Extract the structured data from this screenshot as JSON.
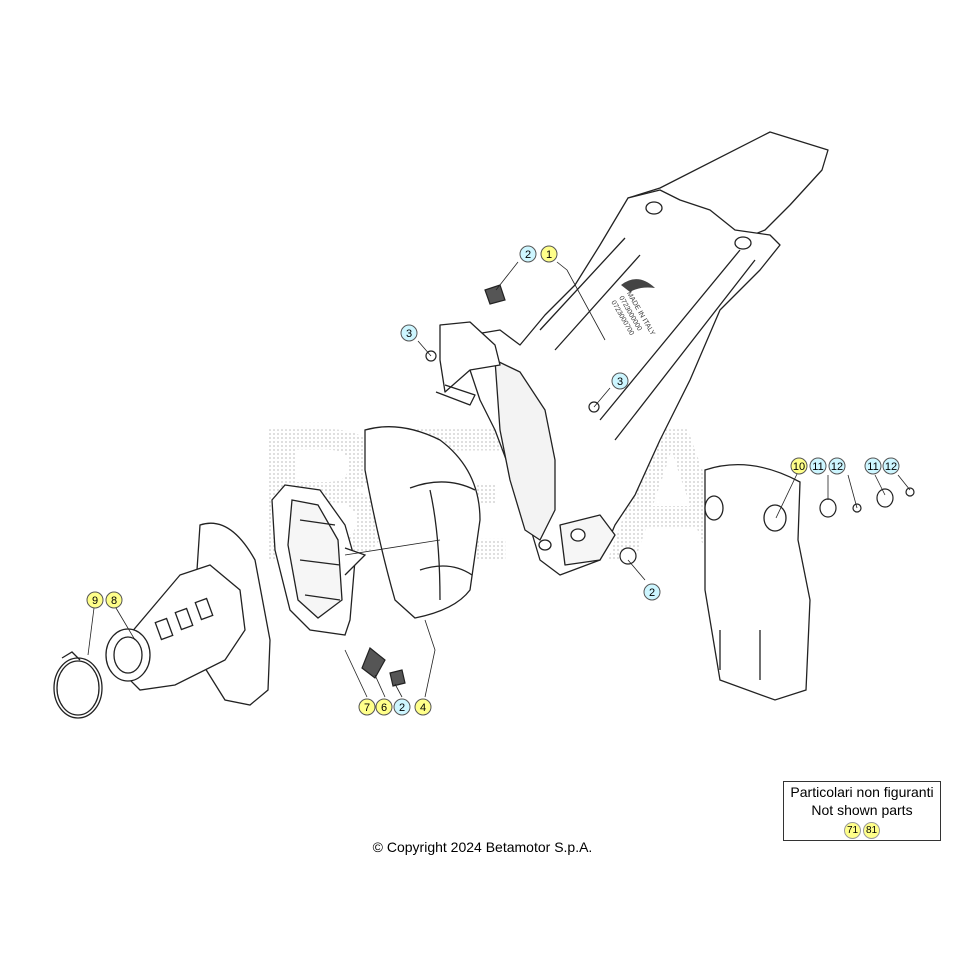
{
  "callout_colors": {
    "yellow": "#ffff8a",
    "cyan": "#cdf6ff"
  },
  "callouts": [
    {
      "n": "2",
      "color": "cyan"
    },
    {
      "n": "1",
      "color": "yellow"
    },
    {
      "n": "3",
      "color": "cyan"
    },
    {
      "n": "3",
      "color": "cyan"
    },
    {
      "n": "10",
      "color": "yellow"
    },
    {
      "n": "11",
      "color": "cyan"
    },
    {
      "n": "12",
      "color": "cyan"
    },
    {
      "n": "11",
      "color": "cyan"
    },
    {
      "n": "12",
      "color": "cyan"
    },
    {
      "n": "2",
      "color": "cyan"
    },
    {
      "n": "9",
      "color": "yellow"
    },
    {
      "n": "8",
      "color": "yellow"
    },
    {
      "n": "7",
      "color": "yellow"
    },
    {
      "n": "6",
      "color": "yellow"
    },
    {
      "n": "2",
      "color": "cyan"
    },
    {
      "n": "4",
      "color": "yellow"
    }
  ],
  "not_shown_box": {
    "line1": "Particolari non figuranti",
    "line2": "Not shown parts",
    "parts": [
      "71",
      "81"
    ]
  },
  "copyright": "© Copyright 2024 Betamotor S.p.A."
}
